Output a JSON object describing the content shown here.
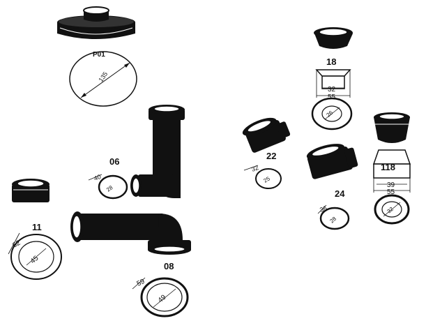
{
  "colors": {
    "ink": "#111111",
    "paper": "#ffffff"
  },
  "parts": {
    "p01": {
      "label": "P01",
      "dia": "135"
    },
    "p18": {
      "label": "18",
      "top": "32",
      "bottom": "55",
      "inner": "26"
    },
    "p22": {
      "label": "22",
      "outer": "32",
      "inner": "25"
    },
    "p06": {
      "label": "06",
      "outer": "40",
      "inner": "28"
    },
    "p24": {
      "label": "24",
      "outer": "36",
      "inner": "28"
    },
    "p118": {
      "label": "118",
      "top": "39",
      "bottom": "55",
      "inner": "32"
    },
    "p11": {
      "label": "11",
      "outer": "62",
      "inner": "45"
    },
    "p08": {
      "label": "08",
      "outer": "59",
      "inner": "49"
    }
  }
}
